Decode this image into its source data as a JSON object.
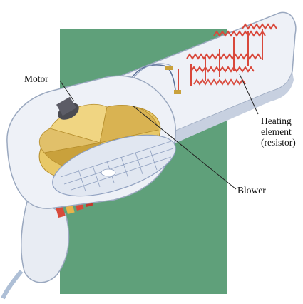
{
  "labels": {
    "motor": "Motor",
    "heating_line1": "Heating",
    "heating_line2": "element",
    "heating_line3": "(resistor)",
    "blower": "Blower"
  },
  "colors": {
    "background_panel": "#5fa07a",
    "housing": "#e8ecf3",
    "housing_shadow": "#b9c3d6",
    "blower_yellow": "#e8c867",
    "blower_dark": "#c9a13c",
    "coil": "#d9483b",
    "motor": "#4b4b52",
    "cord": "#aebfd6",
    "switch_red": "#d84a3a",
    "switch_yellow": "#e7b44b"
  },
  "icons": [
    "hair-dryer-illustration",
    "heating-coil",
    "fan-blade",
    "motor",
    "grille"
  ]
}
